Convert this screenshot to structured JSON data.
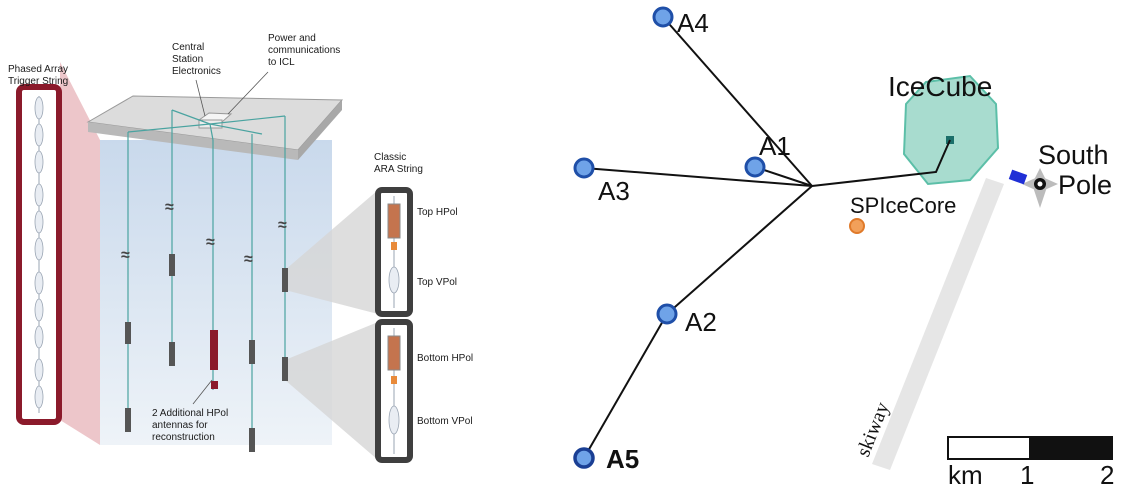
{
  "left_panel": {
    "phased_array_label": [
      "Phased Array",
      "Trigger String"
    ],
    "central_station_label": [
      "Central",
      "Station",
      "Electronics"
    ],
    "power_label": [
      "Power and",
      "communications",
      "to ICL"
    ],
    "classic_string_label": [
      "Classic",
      "ARA String"
    ],
    "top_hpol": "Top HPol",
    "top_vpol": "Top VPol",
    "bottom_hpol": "Bottom HPol",
    "bottom_vpol": "Bottom VPol",
    "additional_label": [
      "2 Additional HPol",
      "antennas for",
      "reconstruction"
    ],
    "break_symbol": "≈",
    "colors": {
      "phased_red": "#8b1a2b",
      "cable": "#4aa3a0",
      "box_dark": "#3f3f3f"
    }
  },
  "right_panel": {
    "stations": {
      "a1": "A1",
      "a2": "A2",
      "a3": "A3",
      "a4": "A4",
      "a5": "A5"
    },
    "icecube_label": "IceCube",
    "south_pole_label": [
      "South",
      "Pole"
    ],
    "spicecore_label": "SPIceCore",
    "skiway_label": "skiway",
    "scale": {
      "unit": "km",
      "tick_1": "1",
      "tick_2": "2"
    },
    "colors": {
      "station_fill": "#6fa3e8",
      "station_stroke": "#1f4fa8",
      "icecube_fill": "#a8dccf",
      "icecube_stroke": "#5cbfa8",
      "spicecore": "#f2a05a",
      "skiway": "#e6e6e6"
    }
  }
}
